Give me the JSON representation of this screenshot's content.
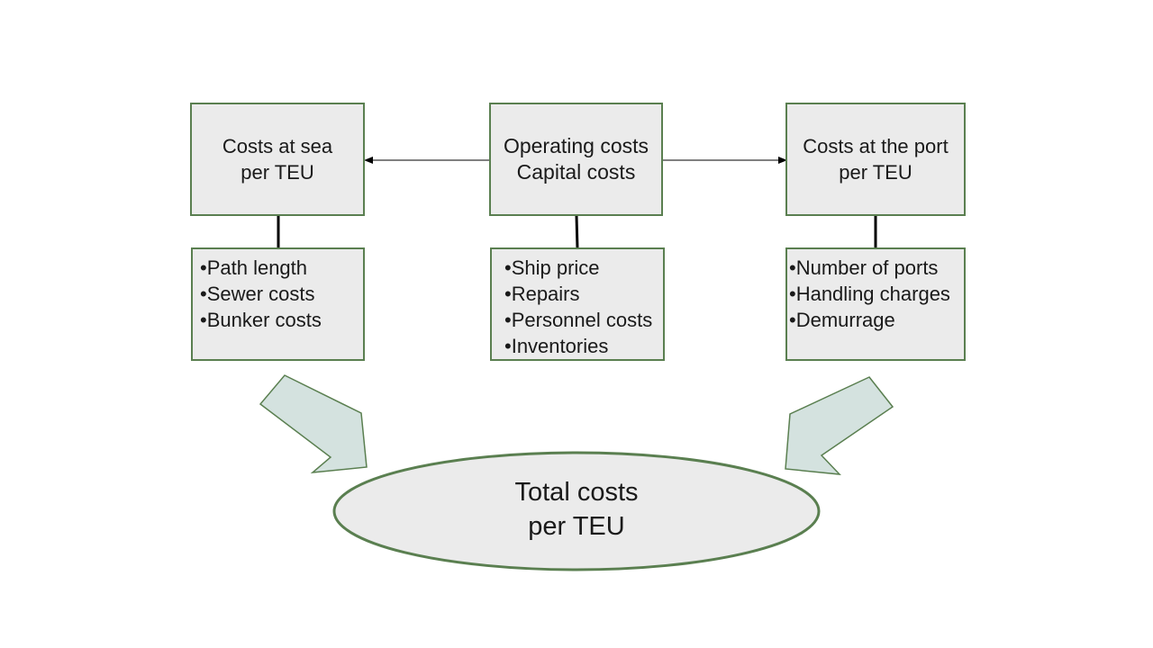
{
  "diagram": {
    "left": {
      "header_lines": [
        "Costs at sea",
        "per TEU"
      ],
      "bullets": [
        "Path length",
        "Sewer costs",
        "Bunker costs"
      ]
    },
    "center": {
      "header_lines": [
        "Operating costs",
        "Capital costs"
      ],
      "bullets": [
        "Ship price",
        "Repairs",
        "Personnel costs",
        "Inventories"
      ]
    },
    "right": {
      "header_lines": [
        "Costs at the port",
        "per TEU"
      ],
      "bullets": [
        "Number of ports",
        "Handling charges",
        "Demurrage"
      ]
    },
    "result_lines": [
      "Total costs",
      "per TEU"
    ],
    "colors": {
      "box_fill": "#ebebeb",
      "border": "#5a7f50",
      "arrow_fill": "#d4e2df"
    }
  }
}
